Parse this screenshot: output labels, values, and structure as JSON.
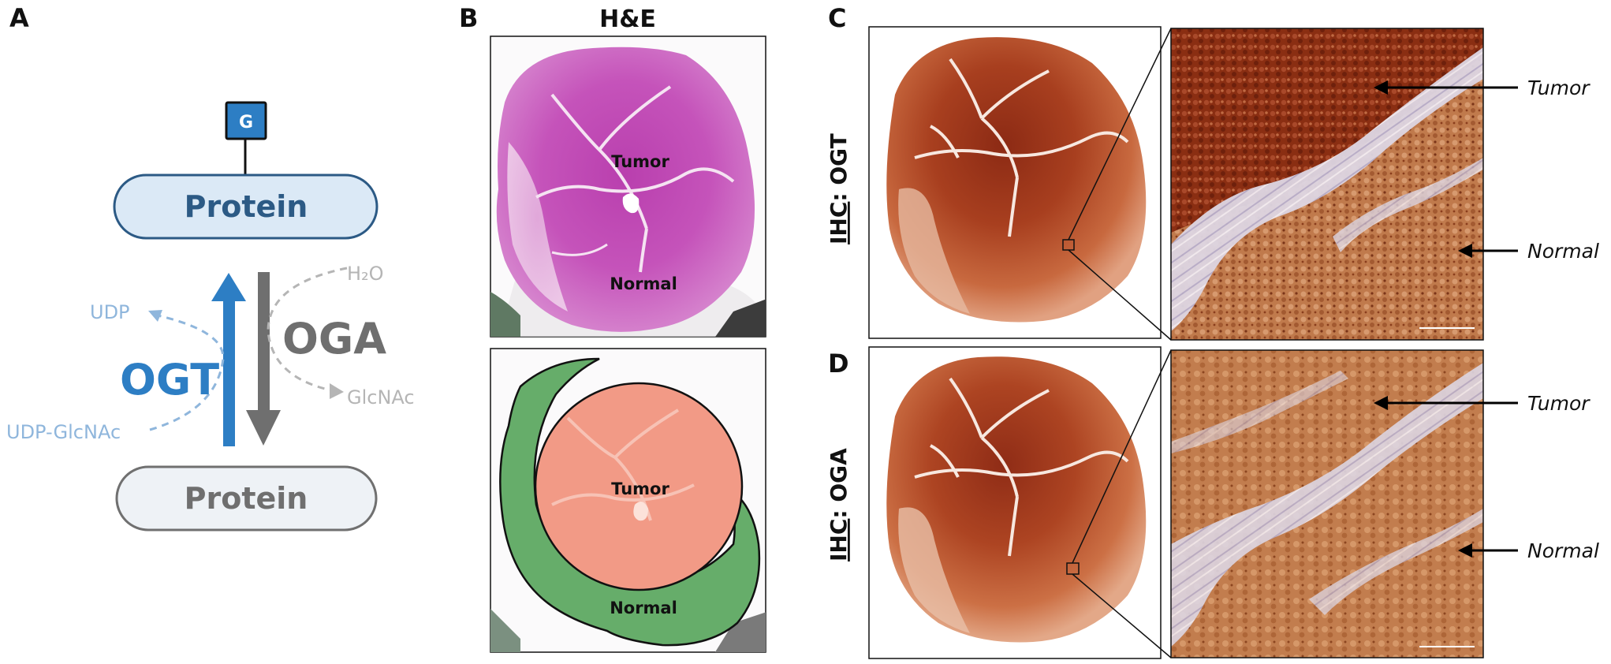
{
  "panels": {
    "a": {
      "letter": "A",
      "glyco_badge": "G",
      "protein_top": "Protein",
      "protein_bottom": "Protein",
      "enzyme_add": "OGT",
      "enzyme_remove": "OGA",
      "substrate_in": "UDP-GlcNAc",
      "substrate_out": "UDP",
      "water": "H₂O",
      "product": "GlcNAc",
      "colors": {
        "ogt_blue": "#2d7ec4",
        "oga_gray": "#6f6f6f",
        "light_blue": "#8fb6dc",
        "light_gray": "#b5b5b5",
        "protein_top_fill": "#dbe9f6",
        "protein_top_stroke": "#2c5a85",
        "protein_bottom_fill": "#eef2f6",
        "protein_bottom_stroke": "#707070",
        "badge_fill": "#2d7ec4"
      }
    },
    "b": {
      "letter": "B",
      "title": "H&E",
      "he_tumor_label": "Tumor",
      "he_normal_label": "Normal",
      "annot_tumor_label": "Tumor",
      "annot_normal_label": "Normal",
      "colors": {
        "he_stain": "#c54db8",
        "tumor_overlay": "#f29a86",
        "normal_overlay": "#66ad6a"
      }
    },
    "c": {
      "letter": "C",
      "stain_prefix": "IHC",
      "stain_suffix": ": OGT",
      "tumor_label": "Tumor",
      "normal_label": "Normal"
    },
    "d": {
      "letter": "D",
      "stain_prefix": "IHC",
      "stain_suffix": ": OGA",
      "tumor_label": "Tumor",
      "normal_label": "Normal"
    }
  }
}
